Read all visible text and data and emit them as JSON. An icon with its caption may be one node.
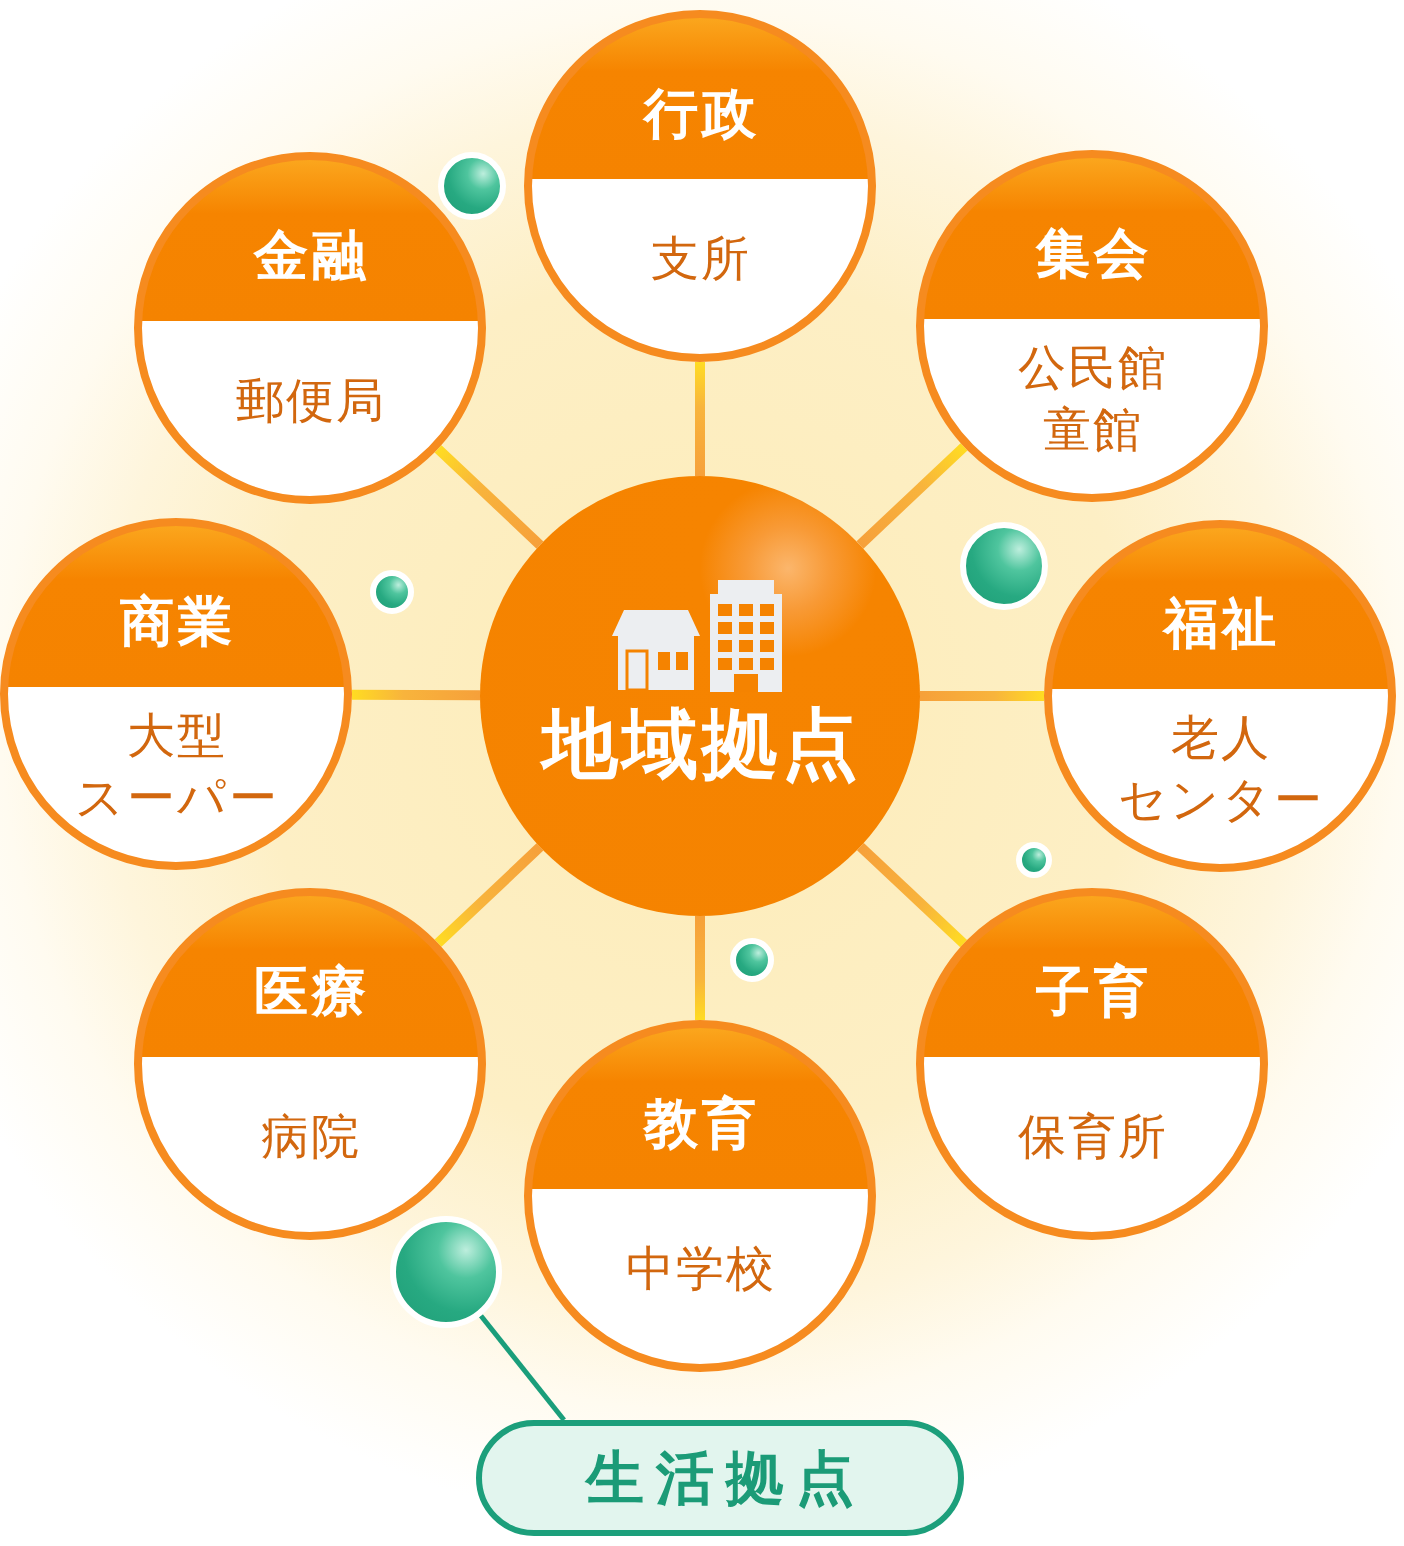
{
  "diagram": {
    "nodes": [
      {
        "text": [
          "行政",
          "支所"
        ]
      },
      {
        "text": [
          "金融",
          "郵便局"
        ]
      },
      {
        "text": [
          "集会",
          "公民館童館"
        ]
      },
      {
        "text": [
          "商業",
          "大型スーパー"
        ]
      },
      {
        "text": [
          "地域拠点"
        ]
      },
      {
        "text": [
          "福祉",
          "老人センター"
        ]
      },
      {
        "text": [
          "医療",
          "病院"
        ]
      },
      {
        "text": [
          "子育",
          "保育所"
        ]
      },
      {
        "text": [
          "教育",
          "中学校"
        ]
      },
      {
        "text": [],
        "shape": "circle"
      },
      {
        "text": [
          "生活拠点"
        ]
      }
    ],
    "edges": [
      {
        "from": 4,
        "to": 0,
        "arrow": "none"
      },
      {
        "from": 4,
        "to": 1,
        "arrow": "none"
      },
      {
        "from": 4,
        "to": 2,
        "arrow": "none"
      },
      {
        "from": 4,
        "to": 3,
        "arrow": "none"
      },
      {
        "from": 4,
        "to": 5,
        "arrow": "none"
      },
      {
        "from": 4,
        "to": 6,
        "arrow": "none"
      },
      {
        "from": 4,
        "to": 7,
        "arrow": "none"
      },
      {
        "from": 4,
        "to": 8,
        "arrow": "none"
      },
      {
        "from": 10,
        "to": 9,
        "arrow": "none",
        "color": "#1a9e7b"
      }
    ]
  }
}
